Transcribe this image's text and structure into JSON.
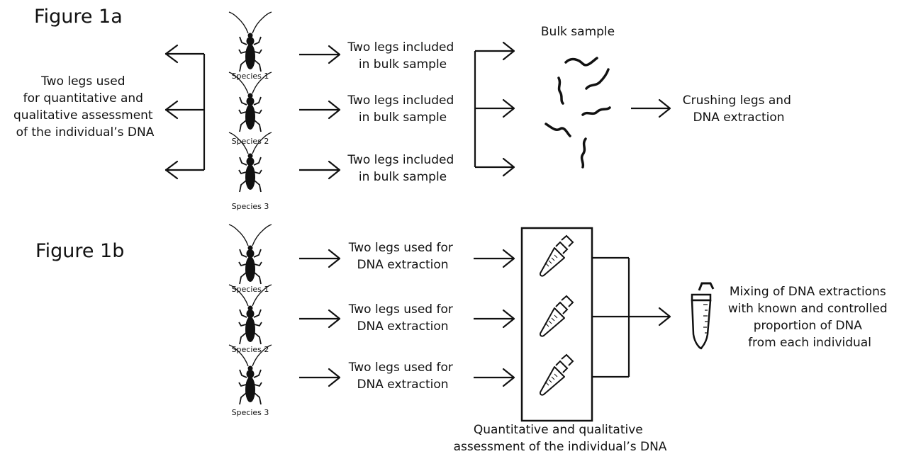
{
  "figure_1a": {
    "title": "Figure 1a",
    "left_text": [
      "Two legs used",
      "for quantitative and",
      "qualitative assessment",
      "of the individual’s DNA"
    ],
    "species": [
      "Species 1",
      "Species 2",
      "Species 3"
    ],
    "step_text": [
      [
        "Two legs included",
        "in bulk sample"
      ],
      [
        "Two legs included",
        "in bulk sample"
      ],
      [
        "Two legs included",
        "in bulk sample"
      ]
    ],
    "bulk_label": "Bulk sample",
    "final_text": [
      "Crushing legs and",
      "DNA extraction"
    ]
  },
  "figure_1b": {
    "title": "Figure 1b",
    "species": [
      "Species 1",
      "Species 2",
      "Species 3"
    ],
    "step_text": [
      [
        "Two legs used for",
        "DNA extraction"
      ],
      [
        "Two legs used for",
        "DNA extraction"
      ],
      [
        "Two legs used for",
        "DNA extraction"
      ]
    ],
    "box_caption": [
      "Quantitative and qualitative",
      "assessment of the individual’s DNA"
    ],
    "final_text": [
      "Mixing of DNA extractions",
      "with known and controlled",
      "proportion of DNA",
      "from each individual"
    ]
  },
  "icons": {
    "beetle": "beetle-icon",
    "leg": "leg-fragment-icon",
    "tube": "microcentrifuge-tube-icon"
  }
}
